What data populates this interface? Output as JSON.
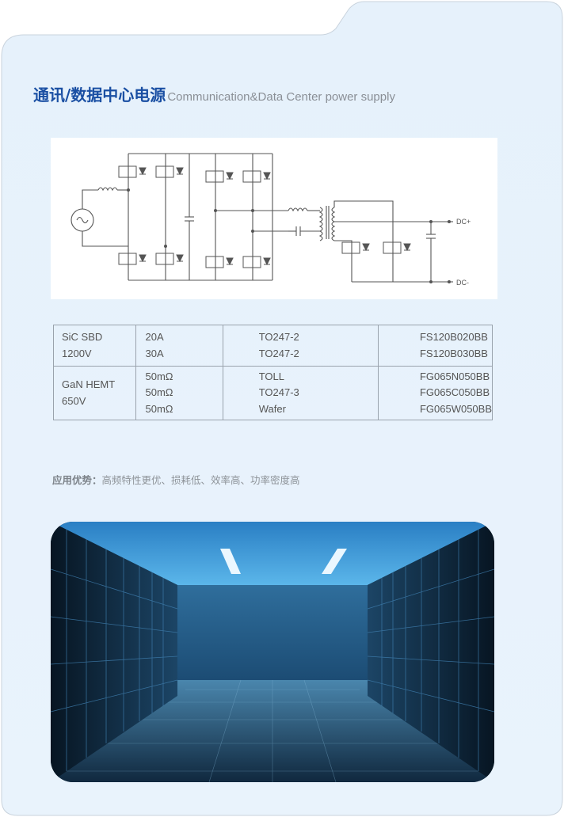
{
  "title": {
    "cn": "通讯/数据中心电源",
    "en": "Communication&Data Center power supply"
  },
  "circuit": {
    "dc_plus": "DC+",
    "dc_minus": "DC-"
  },
  "table": {
    "rows": [
      {
        "category": "SiC SBD\n1200V",
        "ratings": [
          "20A",
          "30A"
        ],
        "packages": [
          "TO247-2",
          "TO247-2"
        ],
        "parts": [
          "FS120B020BB",
          "FS120B030BB"
        ]
      },
      {
        "category": "GaN HEMT\n650V",
        "ratings": [
          "50mΩ",
          "50mΩ",
          "50mΩ"
        ],
        "packages": [
          "TOLL",
          "TO247-3",
          "Wafer"
        ],
        "parts": [
          "FG065N050BB",
          "FG065C050BB",
          "FG065W050BB"
        ]
      }
    ]
  },
  "advantages": {
    "label": "应用优势：",
    "text": "高频特性更优、损耗低、效率高、功率密度高"
  }
}
